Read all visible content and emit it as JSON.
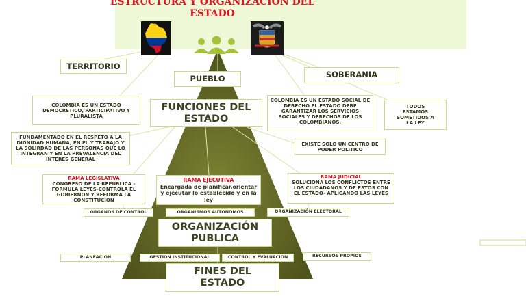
{
  "title": "ESTRUCTURA Y ORGANIZACIÓN DEL ESTADO",
  "icons": {
    "map": "colombia-map-icon",
    "people": "people-group-icon",
    "seal": "coat-of-arms-icon"
  },
  "colors": {
    "pyramid": "#5f6323",
    "title": "#e0141e",
    "banner": "#eef7d6",
    "box_border": "#c8dc8a"
  },
  "nodes": {
    "territorio": "TERRITORIO",
    "pueblo": "PUEBLO",
    "soberania": "SOBERANIA",
    "colombia_estado": "COLOMBIA ES UN ESTADO DEMOCRETICO, PARTICIPATIVO Y PLURALISTA",
    "estado_derecho": "COLOMBIA ES UN ESTADO SOCIAL DE DERECHO EL ESTADO DEBE GARANTIZAR LOS SERVICIOS SOCIALES Y DERECHOS DE LOS COLOMBIANOS.",
    "sometidos": "TODOS ESTAMOS SOMETIDOS A LA LEY",
    "funciones": "FUNCIONES DEL ESTADO",
    "fundamentado": "FUNDAMENTADO EN EL RESPETO A LA DIGNIDAD HUMANA, EN EL Y TRABAJO Y LA SOLIRDAD DE LAS PERSONAS QUE LO INTEGRAN Y EN LA PREVALENCIA DEL INTERES GENERAL",
    "centro_poder": "EXISTE SOLO UN CENTRO DE PODER POLITICO",
    "rama_legislativa": {
      "title": "RAMA LEGISLATIVA",
      "body": "CONGRESO DE LA REPUBLICA - FORMULA LEYES-CONTROLA EL GOBIERNON Y REFORMA LA CONSTITUCION"
    },
    "rama_ejecutiva": {
      "title": "RAMA EJECUTIVA",
      "body": "Encargada de planificar,orientar y ejecutar lo establecido y en la ley"
    },
    "rama_judicial": {
      "title": "RAMA JUDICIAL",
      "body": "SOLUCIONA LOS CONFLICTOS ENTRE LOS CIUDADANOS Y DE ESTOS CON EL ESTADO- APLICANDO LAS LEYES"
    },
    "organos_control": "ORGANOS DE CONTROL",
    "organismos_autonomos": "ORGANISMOS AUTONOMOS",
    "organizacion_electoral": "ORGANIZACIÓN ELECTORAL",
    "organizacion_publica": "ORGANIZACIÓN PUBLICA",
    "planeacion": "PLANEACION",
    "gestion": "GESTION INSTITUCIONAL",
    "control_evaluacion": "CONTROL Y EVALUACION",
    "recursos": "RECURSOS PROPIOS",
    "fines": "FINES DEL ESTADO"
  }
}
